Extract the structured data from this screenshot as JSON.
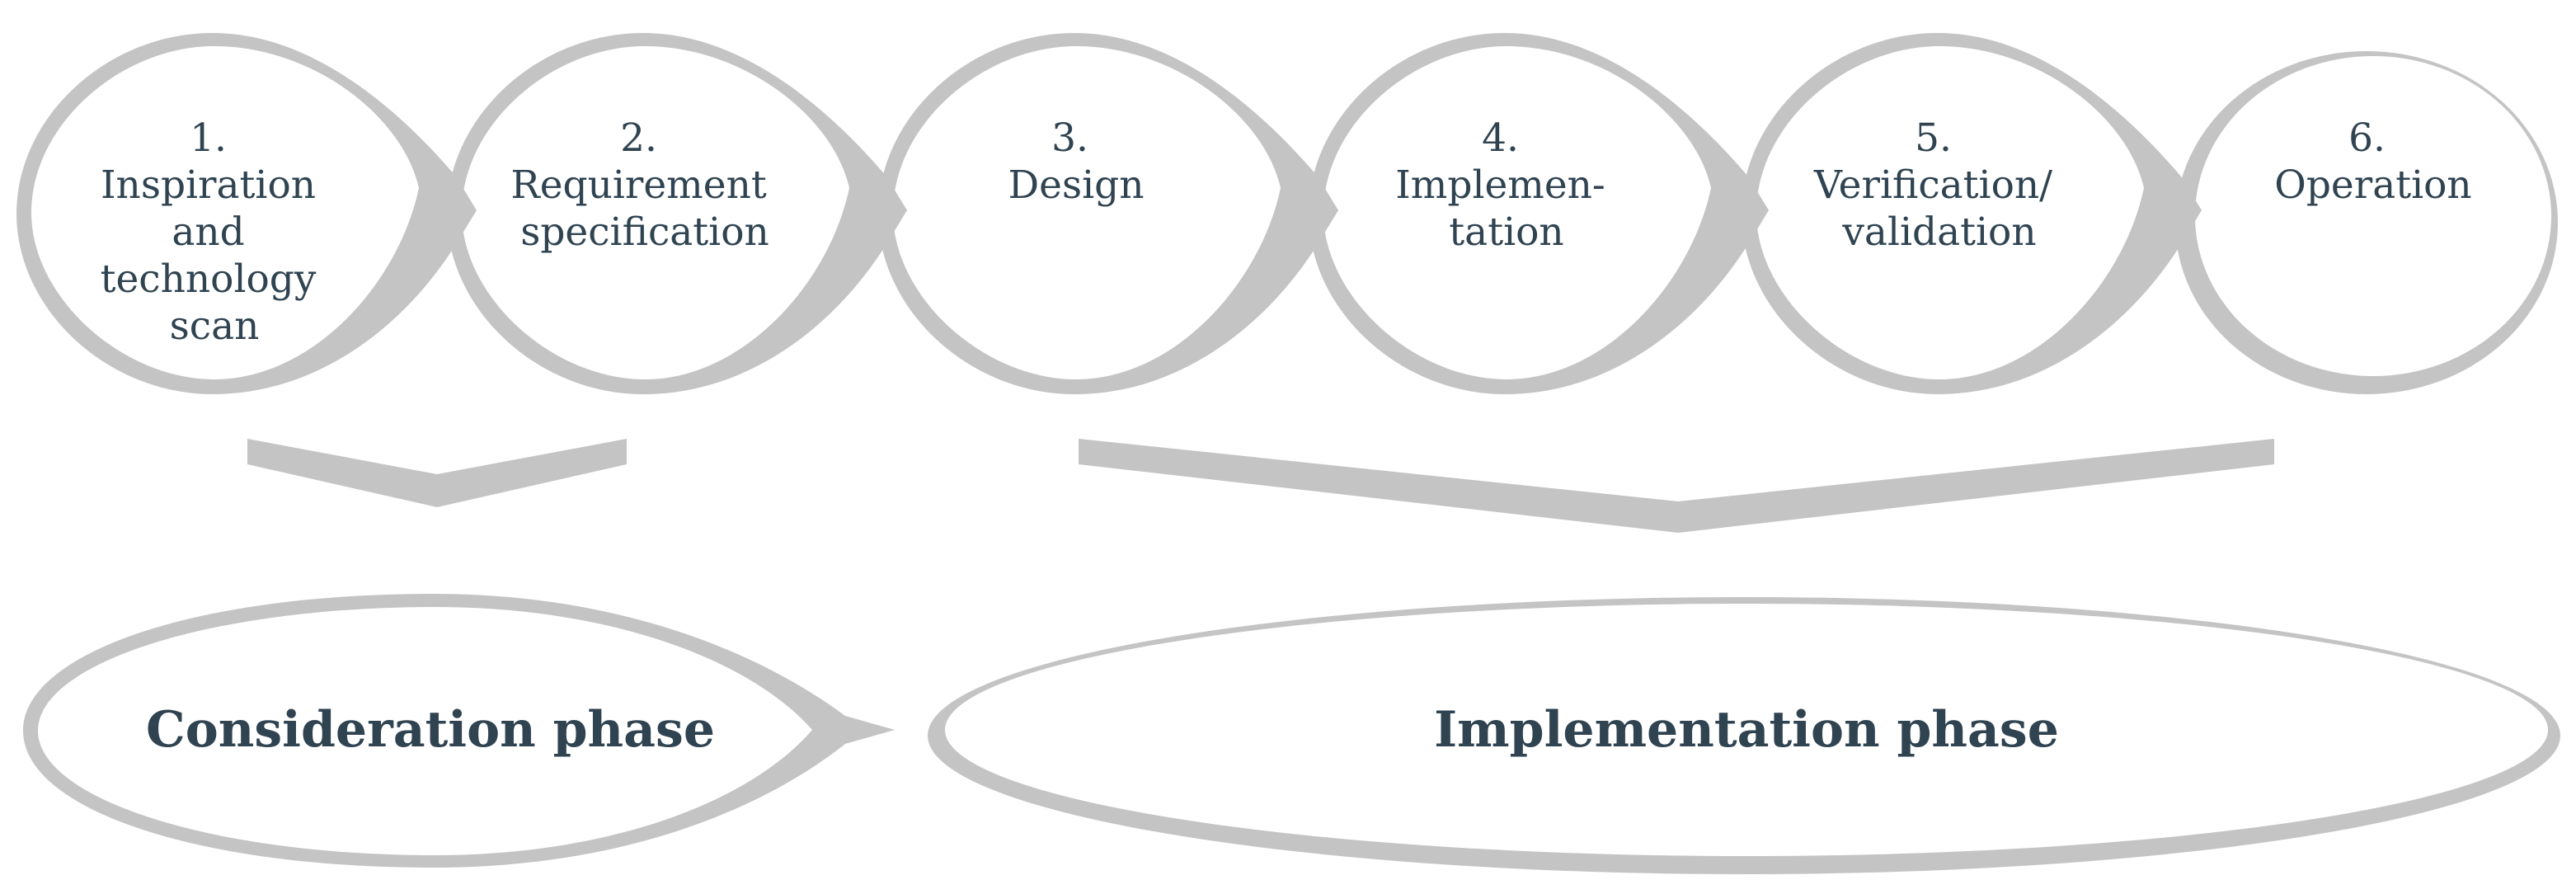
{
  "steps": [
    {
      "number": "1.",
      "lines": [
        "Inspiration",
        "and",
        "technology",
        "scan"
      ]
    },
    {
      "number": "2.",
      "lines": [
        "Requirement",
        "specification"
      ]
    },
    {
      "number": "3.",
      "lines": [
        "Design"
      ]
    },
    {
      "number": "4.",
      "lines": [
        "Implemen-",
        "tation"
      ]
    },
    {
      "number": "5.",
      "lines": [
        "Verification/",
        "validation"
      ]
    },
    {
      "number": "6.",
      "lines": [
        "Operation"
      ]
    }
  ],
  "phases": {
    "consideration": "Consideration phase",
    "implementation": "Implementation phase"
  },
  "colors": {
    "ring": "#c4c4c4",
    "text": "#2f4351",
    "background": "#ffffff"
  }
}
